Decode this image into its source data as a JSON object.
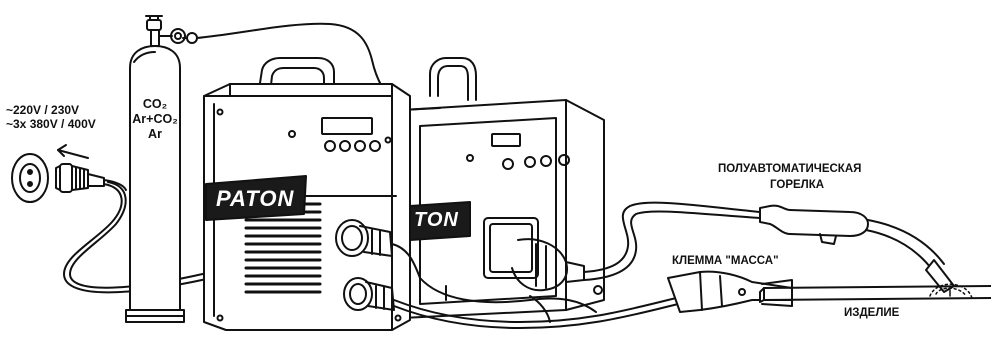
{
  "power": {
    "line1": "~220V / 230V",
    "line2": "~3x 380V / 400V"
  },
  "gas_cylinder": {
    "line1": "CO₂",
    "line2": "Ar+CO₂",
    "line3": "Ar"
  },
  "brand": {
    "front_unit": "PATON",
    "rear_unit": "TON"
  },
  "labels": {
    "torch_line1": "ПОЛУАВТОМАТИЧЕСКАЯ",
    "torch_line2": "ГОРЕЛКА",
    "ground_clamp": "КЛЕММА \"МАССА\"",
    "workpiece": "ИЗДЕЛИЕ"
  },
  "colors": {
    "ink": "#111111",
    "logo_plate": "#1a1a1a",
    "background": "#ffffff"
  }
}
